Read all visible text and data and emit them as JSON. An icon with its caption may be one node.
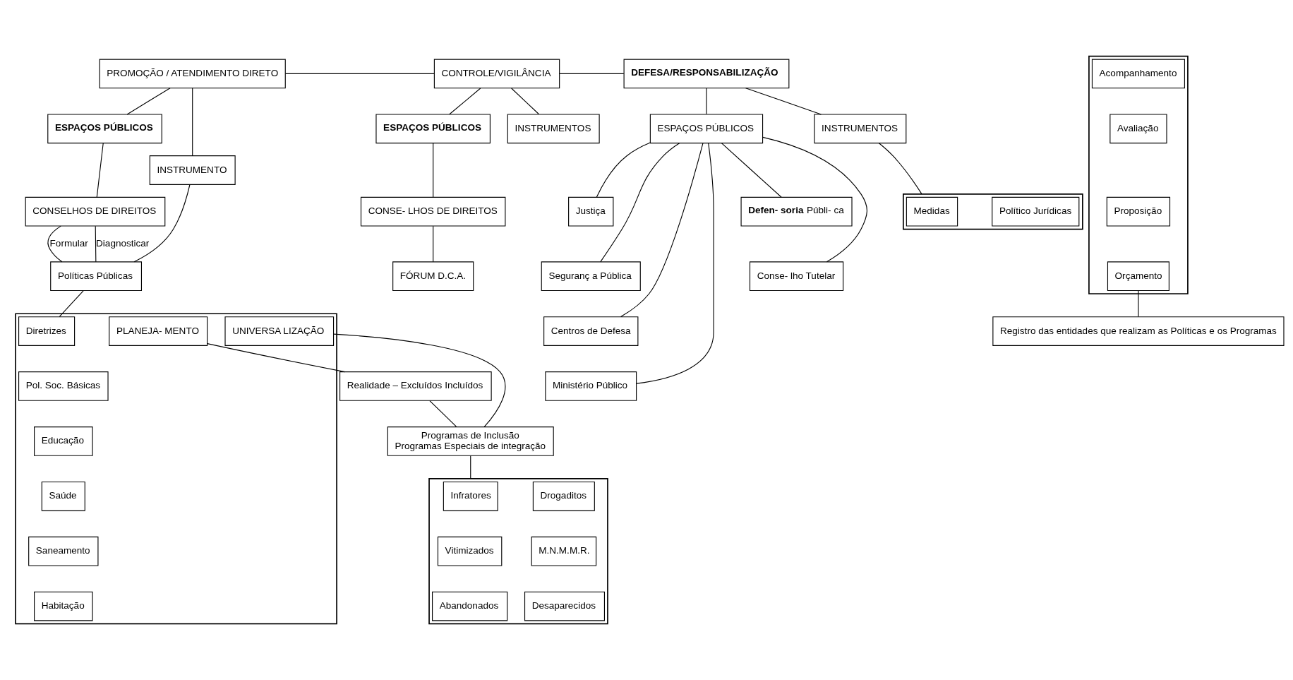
{
  "diagram": {
    "nodes": [
      {
        "text": [
          "PROMOÇÃO / ATENDIMENTO DIRETO"
        ]
      },
      {
        "text": [
          "CONTROLE/VIGILÂNCIA"
        ]
      },
      {
        "text": [
          "DEFESA/RESPONSABILIZAÇÃO"
        ]
      },
      {
        "text": [
          "ESPAÇOS PÚBLICOS"
        ]
      },
      {
        "text": [
          "INSTRUMENTO"
        ]
      },
      {
        "text": [
          "ESPAÇOS PÚBLICOS"
        ]
      },
      {
        "text": [
          "INSTRUMENTOS"
        ]
      },
      {
        "text": [
          "ESPAÇOS PÚBLICOS"
        ]
      },
      {
        "text": [
          "INSTRUMENTOS"
        ]
      },
      {
        "text": [
          "CONSELHOS DE DIREITOS"
        ]
      },
      {
        "text": [
          "Políticas Públicas"
        ]
      },
      {
        "text": [
          "CONSE- LHOS DE DIREITOS"
        ]
      },
      {
        "text": [],
        "shape": "box"
      },
      {
        "text": [
          "Acompanhamento"
        ],
        "in": 12
      },
      {
        "text": [
          "Avaliação"
        ],
        "in": 12
      },
      {
        "text": [
          "Proposição"
        ],
        "in": 12
      },
      {
        "text": [
          "Orçamento"
        ],
        "in": 12
      },
      {
        "text": [
          "Justiça"
        ]
      },
      {
        "text": [
          "Seguranç a Pública"
        ]
      },
      {
        "text": [
          "Centros de Defesa"
        ]
      },
      {
        "text": [
          "Ministério Público"
        ]
      },
      {
        "text": [
          "**Defen- soria** Públi- ca"
        ]
      },
      {
        "text": [
          "Conse- lho Tutelar"
        ]
      },
      {
        "text": [],
        "shape": "box"
      },
      {
        "text": [
          "PLANEJA- MENTO"
        ],
        "in": 23
      },
      {
        "text": [
          "Diretrizes"
        ],
        "in": 23
      },
      {
        "text": [
          "Pol. Soc. Básicas"
        ],
        "in": 23
      },
      {
        "text": [
          "Educação"
        ],
        "in": 23
      },
      {
        "text": [
          "Saúde"
        ],
        "in": 23
      },
      {
        "text": [
          "Saneamento"
        ],
        "in": 23
      },
      {
        "text": [
          "Habitação"
        ],
        "in": 23
      },
      {
        "text": [
          "UNIVERSA LIZAÇÃO"
        ],
        "in": 23
      },
      {
        "text": [
          "FÓRUM D.C.A."
        ]
      },
      {
        "text": [
          "Realidade – Excluídos Incluídos"
        ]
      },
      {
        "text": [
          "Programas de Inclusão",
          "Programas Especiais de integração"
        ]
      },
      {
        "text": [
          "Registro das entidades que realizam as Políticas e os Programas"
        ]
      },
      {
        "text": [],
        "shape": "box"
      },
      {
        "text": [
          "Medidas"
        ],
        "in": 36
      },
      {
        "text": [
          "Político Jurídicas"
        ],
        "in": 36
      },
      {
        "text": [],
        "shape": "box"
      },
      {
        "text": [
          "Infratores"
        ],
        "in": 39
      },
      {
        "text": [
          "Drogaditos"
        ],
        "in": 39
      },
      {
        "text": [
          "Vitimizados"
        ],
        "in": 39
      },
      {
        "text": [
          "M.N.M.M.R."
        ],
        "in": 39
      },
      {
        "text": [
          "Abandonados"
        ],
        "in": 39
      },
      {
        "text": [
          "Desaparecidos"
        ],
        "in": 39
      }
    ],
    "edges": [
      {
        "from": 0,
        "to": 1,
        "arrow": "none"
      },
      {
        "from": 1,
        "to": 2,
        "arrow": "none"
      },
      {
        "from": 0,
        "to": 3,
        "arrow": "none"
      },
      {
        "from": 0,
        "to": 4,
        "arrow": "none"
      },
      {
        "from": 1,
        "to": 5,
        "arrow": "none"
      },
      {
        "from": 1,
        "to": 6,
        "arrow": "none"
      },
      {
        "from": 2,
        "to": 7,
        "arrow": "none"
      },
      {
        "from": 2,
        "to": 8,
        "arrow": "none"
      },
      {
        "from": 3,
        "to": 9,
        "arrow": "none"
      },
      {
        "from": 4,
        "to": 10,
        "arrow": "none"
      },
      {
        "from": 9,
        "to": 10,
        "arrow": "none",
        "label": "Formular"
      },
      {
        "from": 9,
        "to": 10,
        "arrow": "none",
        "label": "Diagnosticar"
      },
      {
        "from": 10,
        "to": 25,
        "arrow": "none"
      },
      {
        "from": 5,
        "to": 11,
        "arrow": "none"
      },
      {
        "from": 11,
        "to": 32,
        "arrow": "none"
      },
      {
        "from": 16,
        "to": 35,
        "arrow": "none"
      },
      {
        "from": 7,
        "to": 17,
        "arrow": "none"
      },
      {
        "from": 7,
        "to": 18,
        "arrow": "none"
      },
      {
        "from": 7,
        "to": 19,
        "arrow": "none"
      },
      {
        "from": 7,
        "to": 20,
        "arrow": "none"
      },
      {
        "from": 7,
        "to": 21,
        "arrow": "none"
      },
      {
        "from": 7,
        "to": 22,
        "arrow": "none"
      },
      {
        "from": 8,
        "to": 36,
        "arrow": "none"
      },
      {
        "from": 24,
        "to": 33,
        "arrow": "none"
      },
      {
        "from": 31,
        "to": 34,
        "arrow": "none"
      },
      {
        "from": 33,
        "to": 34,
        "arrow": "none"
      },
      {
        "from": 34,
        "to": 39,
        "arrow": "none"
      }
    ]
  }
}
